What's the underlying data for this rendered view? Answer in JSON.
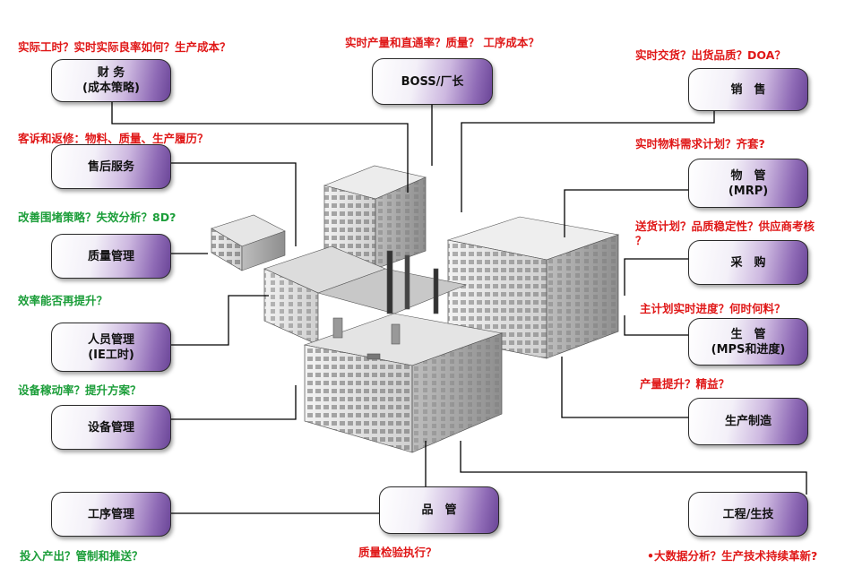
{
  "colors": {
    "question_red": "#e01818",
    "question_green": "#1c9e3a",
    "node_gradient_dark": "#6a4597",
    "connector": "#000000"
  },
  "nodes": {
    "finance": {
      "line1": "财 务",
      "line2": "(成本策略)"
    },
    "boss": {
      "line1": "BOSS/厂长"
    },
    "sales": {
      "line1": "销　售"
    },
    "after_sales": {
      "line1": "售后服务"
    },
    "material": {
      "line1": "物　管",
      "line2": "(MRP)"
    },
    "quality_mgmt": {
      "line1": "质量管理"
    },
    "purchasing": {
      "line1": "采　购"
    },
    "hr": {
      "line1": "人员管理",
      "line2": "(IE工时)"
    },
    "production_mgmt": {
      "line1": "生　管",
      "line2": "(MPS和进度)"
    },
    "equipment": {
      "line1": "设备管理"
    },
    "manufacturing": {
      "line1": "生产制造"
    },
    "process_mgmt": {
      "line1": "工序管理"
    },
    "qc": {
      "line1": "品　管"
    },
    "engineering": {
      "line1": "工程/生技"
    }
  },
  "questions": {
    "finance": "实际工时？实时实际良率如何？生产成本？",
    "boss": "实时产量和直通率？质量？ 工序成本？",
    "sales": "实时交货？出货品质？DOA？",
    "after_sales": "客诉和返修：物料、质量、生产履历？",
    "material": "实时物料需求计划？齐套?",
    "quality_mgmt": "改善围堵策略？失效分析？8D?",
    "purchasing_line1": "送货计划？品质稳定性？供应商考核",
    "purchasing_line2": "？",
    "hr": "效率能否再提升？",
    "production_mgmt": "主计划实时进度？何时何料？",
    "equipment": "设备稼动率？提升方案？",
    "manufacturing": "产量提升？精益？",
    "process_mgmt": "投入产出？管制和推送？",
    "qc": "质量检验执行？",
    "engineering": "•大数据分析？生产技术持续革新?"
  }
}
